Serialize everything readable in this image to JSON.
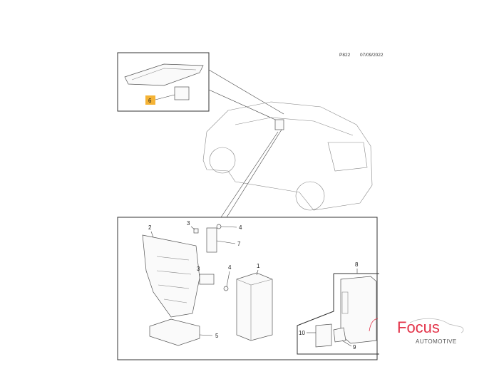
{
  "header": {
    "code": "P822",
    "date": "07/09/2022"
  },
  "callouts": {
    "p1": "1",
    "p2": "2",
    "p3a": "3",
    "p3b": "3",
    "p4a": "4",
    "p4b": "4",
    "p5": "5",
    "p6": "6",
    "p7": "7",
    "p8": "8",
    "p9": "9",
    "p10": "10"
  },
  "highlight_color": "#f5b335",
  "logo": {
    "brand": "Focus",
    "sub": "AUTOMOTIVE",
    "color": "#e3344a"
  }
}
